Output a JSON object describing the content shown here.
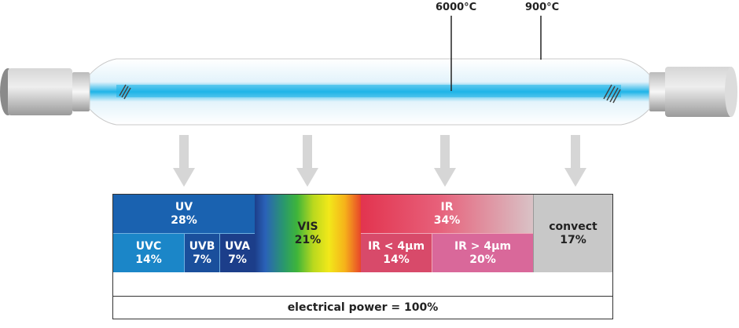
{
  "temperatures": {
    "filament": "6000°C",
    "tube": "900°C"
  },
  "spectrum": {
    "uv": {
      "name": "UV",
      "pct": "28%"
    },
    "uvc": {
      "name": "UVC",
      "pct": "14%"
    },
    "uvb": {
      "name": "UVB",
      "pct": "7%"
    },
    "uva": {
      "name": "UVA",
      "pct": "7%"
    },
    "vis": {
      "name": "VIS",
      "pct": "21%"
    },
    "ir": {
      "name": "IR",
      "pct": "34%"
    },
    "ir_short": {
      "name": "IR < 4µm",
      "pct": "14%"
    },
    "ir_long": {
      "name": "IR > 4µm",
      "pct": "20%"
    },
    "convect": {
      "name": "convect",
      "pct": "17%"
    }
  },
  "total": "electrical power = 100%",
  "colors": {
    "uv": "#1a62b0",
    "uvc": "#1b86c8",
    "uvb": "#1a4f9c",
    "uva": "#1c3e8a",
    "ir_short": "#d84a6a",
    "ir_long": "#d9689a",
    "convect": "#c8c8c8",
    "glow": "#1fb4e8",
    "arrow": "#d6d6d6"
  }
}
